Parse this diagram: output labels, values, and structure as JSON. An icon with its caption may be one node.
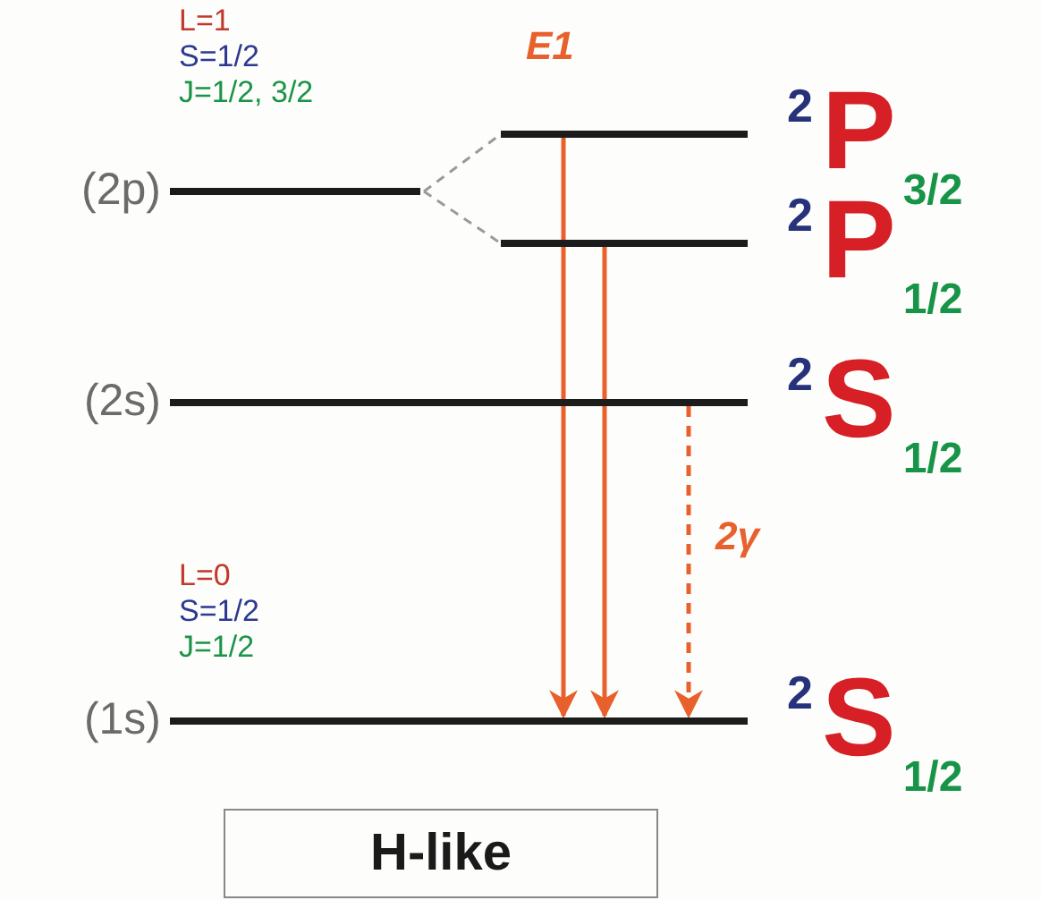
{
  "diagram": {
    "nodes": [
      {
        "text": [
          "(2p)"
        ],
        "beside": [
          "L=1",
          "S=1/2",
          "J=1/2, 3/2"
        ]
      },
      {
        "text": [
          "$^{2}$P$_{3/2}$"
        ]
      },
      {
        "text": [
          "$^{2}$P$_{1/2}$"
        ]
      },
      {
        "text": [
          "(2s)",
          "$^{2}$S$_{1/2}$"
        ]
      },
      {
        "text": [
          "(1s)",
          "$^{2}$S$_{1/2}$"
        ],
        "beside": [
          "L=0",
          "S=1/2",
          "J=1/2"
        ]
      },
      {
        "text": [
          "H-like"
        ]
      }
    ],
    "edges": [
      {
        "from": 0,
        "to": 1,
        "arrow": "none",
        "style": "dashed",
        "color": "#9a9a9a"
      },
      {
        "from": 0,
        "to": 2,
        "arrow": "none",
        "style": "dashed",
        "color": "#9a9a9a"
      },
      {
        "from": 1,
        "to": 4,
        "arrow": "to"
      },
      {
        "from": 2,
        "to": 4,
        "arrow": "to"
      },
      {
        "from": 3,
        "to": 4,
        "arrow": "to",
        "style": "dashed",
        "label": "2γ"
      }
    ],
    "labels": [
      "E1"
    ]
  }
}
